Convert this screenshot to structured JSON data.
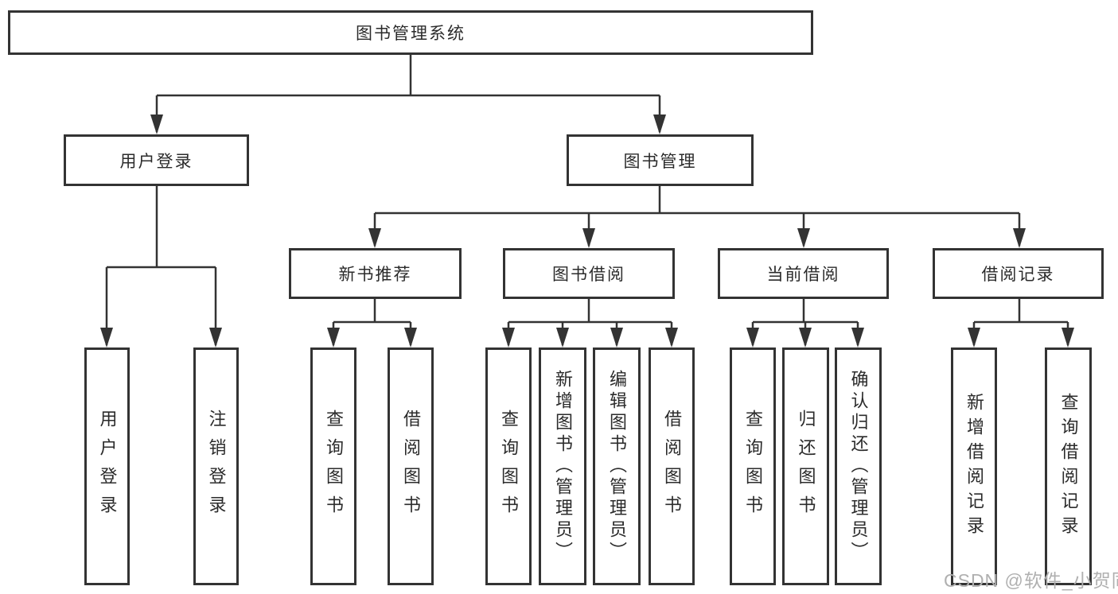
{
  "tree": {
    "root": {
      "label": "图书管理系统"
    },
    "branches": [
      {
        "label": "用户登录",
        "leaves": [
          {
            "label": "用户登录"
          },
          {
            "label": "注销登录"
          }
        ]
      },
      {
        "label": "图书管理",
        "groups": [
          {
            "label": "新书推荐",
            "leaves": [
              {
                "label": "查询图书"
              },
              {
                "label": "借阅图书"
              }
            ]
          },
          {
            "label": "图书借阅",
            "leaves": [
              {
                "label": "查询图书"
              },
              {
                "label": "新增图书（管理员）"
              },
              {
                "label": "编辑图书（管理员）"
              },
              {
                "label": "借阅图书"
              }
            ]
          },
          {
            "label": "当前借阅",
            "leaves": [
              {
                "label": "查询图书"
              },
              {
                "label": "归还图书"
              },
              {
                "label": "确认归还（管理员）"
              }
            ]
          },
          {
            "label": "借阅记录",
            "leaves": [
              {
                "label": "新增借阅记录"
              },
              {
                "label": "查询借阅记录"
              }
            ]
          }
        ]
      }
    ]
  },
  "watermark": {
    "text": "CSDN @软件_小贺同学"
  },
  "colors": {
    "line": "#333333",
    "border": "#333333",
    "text": "#2b2b2b",
    "background": "#ffffff",
    "watermark": "#b0b0b0"
  }
}
